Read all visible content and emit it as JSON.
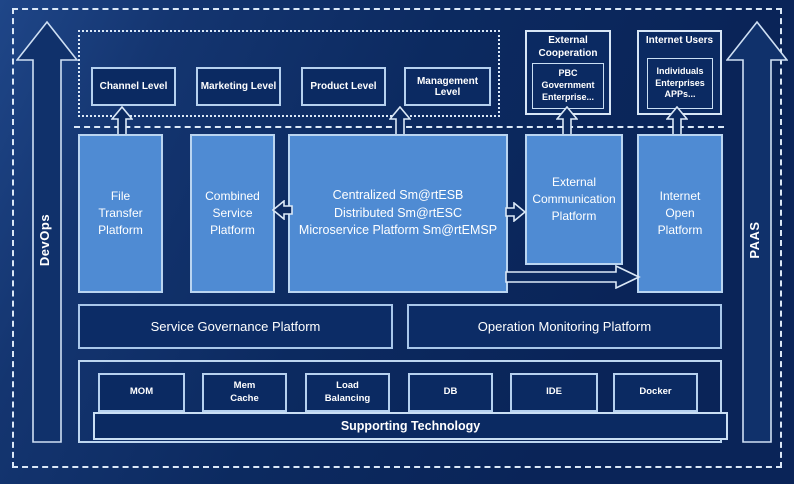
{
  "colors": {
    "background": "#0c2a60",
    "platform_blue": "#4f8bd3",
    "box_navy": "#0b2a62",
    "border_light": "#bad5f1",
    "text": "#ffffff"
  },
  "icons": {
    "devops_arrow": "up-arrow-outline",
    "paas_arrow": "up-arrow-outline",
    "link_up_arrow": "up-arrow-outline",
    "link_left_arrow": "left-arrow-outline",
    "link_right_arrow": "right-arrow-outline",
    "flow_arrow": "long-right-arrow-outline"
  },
  "rails": {
    "devops": "DevOps",
    "paas": "PAAS"
  },
  "top_levels": {
    "items": [
      "Channel Level",
      "Marketing Level",
      "Product Level",
      "Management Level"
    ]
  },
  "external_cooperation": {
    "title": "External\nCooperation",
    "inner": "PBC Government\nEnterprise..."
  },
  "internet_users": {
    "title": "Internet Users",
    "inner": "Individuals\nEnterprises\nAPPs..."
  },
  "platforms": {
    "file_transfer": "File\nTransfer\nPlatform",
    "combined_service": "Combined\nService\nPlatform",
    "central": "Centralized Sm@rtESB\nDistributed Sm@rtESC\nMicroservice Platform Sm@rtEMSP",
    "external_communication": "External\nCommunication\nPlatform",
    "internet_open": "Internet\nOpen\nPlatform"
  },
  "governance": {
    "service": "Service Governance Platform",
    "operation": "Operation Monitoring Platform"
  },
  "supporting": {
    "techs": [
      "MOM",
      "Mem\nCache",
      "Load\nBalancing",
      "DB",
      "IDE",
      "Docker"
    ],
    "bar": "Supporting Technology"
  }
}
